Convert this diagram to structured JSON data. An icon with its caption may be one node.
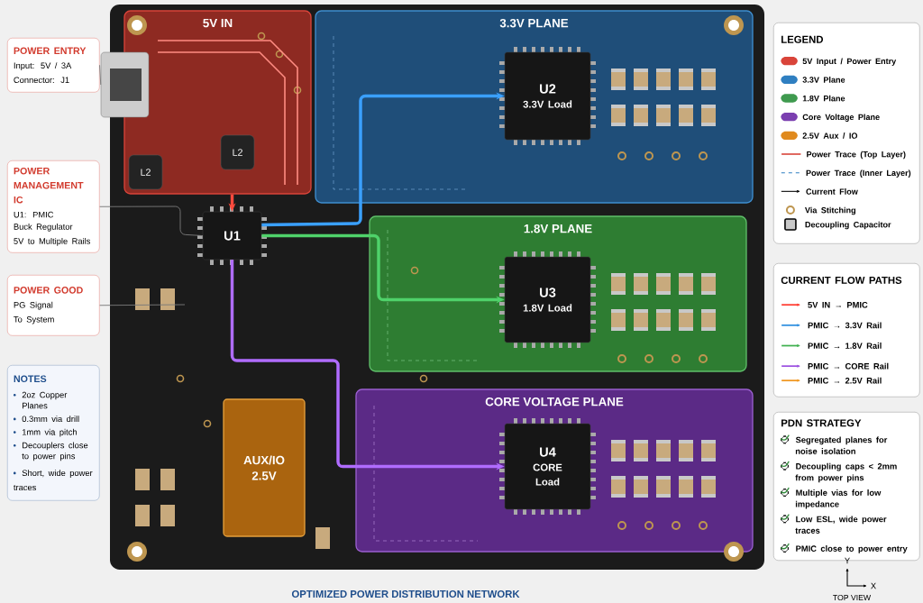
{
  "diagram": {
    "caption": "OPTIMIZED POWER DISTRIBUTION NETWORK",
    "nodes": [
      {
        "text": [
          "POWER ENTRY",
          "Input: 5V / 3A",
          "Connector: J1"
        ]
      },
      {
        "text": [
          "POWER MANAGEMENT IC",
          "U1: PMIC",
          "Buck Regulator",
          "5V to Multiple Rails"
        ]
      },
      {
        "text": [
          "POWER GOOD",
          "PG Signal",
          "To System"
        ]
      },
      {
        "text": [
          "NOTES",
          "2oz Copper Planes",
          "0.3mm via drill",
          "1mm via pitch",
          "Decouplers close to power pins",
          "Short, wide power traces"
        ]
      },
      {
        "text": [],
        "shape": "box"
      },
      {
        "text": [
          "5V IN"
        ],
        "in": 4
      },
      {
        "text": [],
        "shape": "picture"
      },
      {
        "text": [
          "L2"
        ],
        "in": 5
      },
      {
        "text": [
          "L2"
        ],
        "in": 5
      },
      {
        "text": [
          "U1"
        ],
        "in": 4
      },
      {
        "text": [
          "3.3V PLANE"
        ],
        "in": 4
      },
      {
        "text": [
          "U2",
          "3.3V Load"
        ],
        "in": 10
      },
      {
        "text": [
          "1.8V PLANE"
        ],
        "in": 4
      },
      {
        "text": [
          "U3",
          "1.8V Load"
        ],
        "in": 12
      },
      {
        "text": [
          "CORE VOLTAGE PLANE"
        ],
        "in": 4
      },
      {
        "text": [
          "U4",
          "CORE Load"
        ],
        "in": 14
      },
      {
        "text": [
          "AUX/IO",
          "2.5V"
        ],
        "in": 4
      },
      {
        "text": [
          "CURRENT FLOW PATHS",
          "5V IN → PMIC",
          "PMIC → 3.3V Rail",
          "PMIC → 1.8V Rail",
          "PMIC → CORE Rail",
          "PMIC → 2.5V Rail"
        ]
      },
      {
        "text": [
          "PDN STRATEGY",
          "Segregated planes for noise isolation",
          "Decoupling caps < 2mm from power pins",
          "Multiple vias for low impedance",
          "Low ESL, wide power traces",
          "PMIC close to power entry"
        ]
      }
    ],
    "edges": [
      {
        "from": 0,
        "to": 6,
        "arrow": "none"
      },
      {
        "from": 1,
        "to": 9,
        "arrow": "none"
      },
      {
        "from": 2,
        "to": null,
        "arrow": "none"
      },
      {
        "from": 5,
        "to": 9,
        "arrow": "to",
        "color": "#ff4a3d"
      },
      {
        "from": 9,
        "to": 11,
        "arrow": "to",
        "color": "#3aa0ff"
      },
      {
        "from": 9,
        "to": 13,
        "arrow": "to",
        "color": "#4fd26a"
      },
      {
        "from": 9,
        "to": 15,
        "arrow": "to",
        "color": "#b06cff"
      }
    ],
    "labels": [
      "LEGEND",
      "Y",
      "X",
      "TOP VIEW"
    ],
    "legend": [
      {
        "text": "5V Input / Power Entry",
        "color": "#d9443a"
      },
      {
        "text": "3.3V Plane",
        "color": "#2f7fc1"
      },
      {
        "text": "1.8V Plane",
        "color": "#3f9a4f"
      },
      {
        "text": "Core Voltage Plane",
        "color": "#7b3fb0"
      },
      {
        "text": "2.5V Aux / IO",
        "color": "#e08a1e"
      },
      {
        "text": "Power Trace (Top Layer)"
      },
      {
        "text": "Power Trace (Inner Layer)"
      },
      {
        "text": "Current Flow"
      },
      {
        "text": "Via Stitching"
      },
      {
        "text": "Decoupling Capacitor"
      }
    ]
  }
}
